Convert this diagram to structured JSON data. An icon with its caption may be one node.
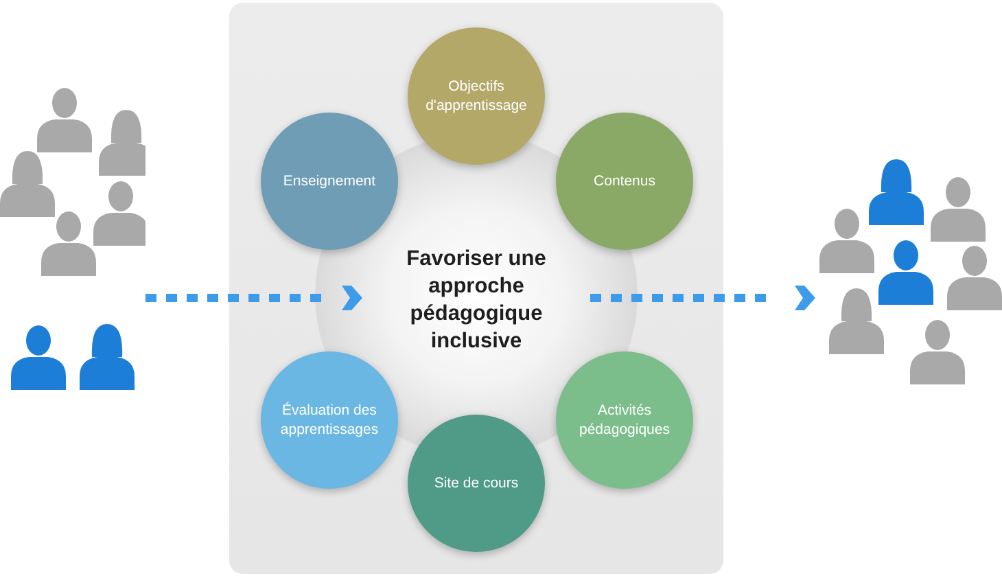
{
  "diagram": {
    "nodes": [
      {
        "text": [],
        "shape": "person"
      },
      {
        "text": [],
        "shape": "box"
      },
      {
        "text": [
          "Objectifs d'apprentissage"
        ],
        "in": 1
      },
      {
        "text": [
          "Enseignement"
        ],
        "in": 1
      },
      {
        "text": [
          "Contenus"
        ],
        "in": 1
      },
      {
        "text": [
          "Favoriser une approche pédagogique inclusive"
        ],
        "in": 1
      },
      {
        "text": [
          "Évaluation des apprentissages"
        ],
        "in": 1
      },
      {
        "text": [
          "Activités pédagogiques"
        ],
        "in": 1
      },
      {
        "text": [
          "Site de cours"
        ],
        "in": 1
      },
      {
        "text": [],
        "shape": "person"
      }
    ],
    "edges": [
      {
        "from": 0,
        "to": 5,
        "arrow": "to",
        "style": "dashed"
      },
      {
        "from": 5,
        "to": 9,
        "arrow": "to",
        "style": "dashed"
      }
    ]
  }
}
